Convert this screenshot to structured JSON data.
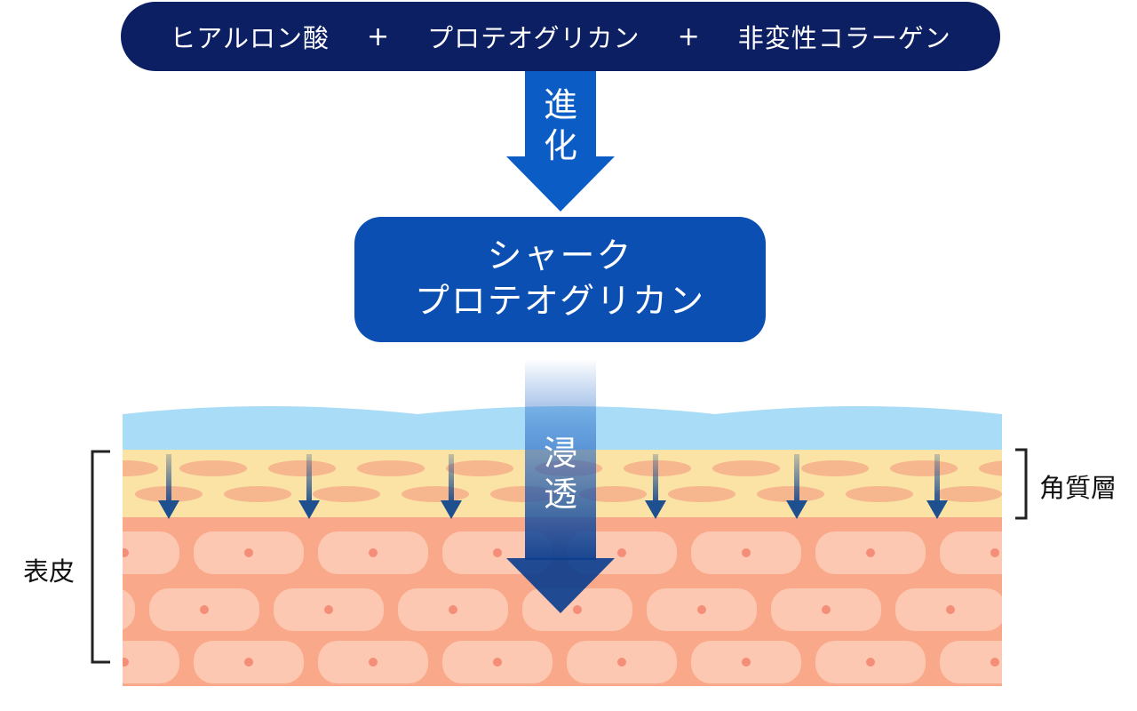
{
  "top_bar": {
    "ingredient_1": "ヒアルロン酸",
    "ingredient_2": "プロテオグリカン",
    "ingredient_3": "非変性コラーゲン",
    "plus_1": "+",
    "plus_2": "+"
  },
  "evolution_arrow": {
    "char_1": "進",
    "char_2": "化"
  },
  "result_box": {
    "line_1": "シャーク",
    "line_2": "プロテオグリカン"
  },
  "penetration_arrow": {
    "char_1": "浸",
    "char_2": "透"
  },
  "skin_labels": {
    "stratum_corneum": "角質層",
    "epidermis": "表皮"
  },
  "colors": {
    "top_pill": "#0c1f63",
    "arrow_blue": "#0b5cc4",
    "result_box": "#0b4fb3",
    "surface_water": "#a8dcf7",
    "stratum_corneum": "#fbe3a6",
    "corneum_cells": "#f7b78e",
    "epidermis_bg": "#f9a98a",
    "epidermis_cells": "#fcc8b1",
    "cell_nucleus": "#f48e78",
    "small_arrow": "#1e4f8f"
  }
}
